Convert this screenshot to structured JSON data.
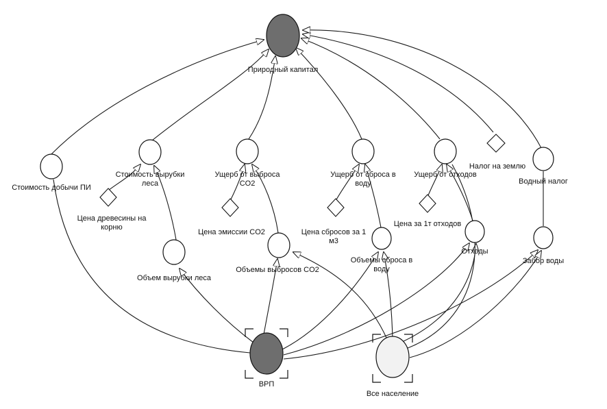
{
  "nodes": {
    "natural_capital": "Природный капитал",
    "extraction_cost": "Стоимость добычи ПИ",
    "logging_cost": "Стоимость вырубки\nлеса",
    "co2_damage": "Ущерб от выброса\nCO2",
    "water_damage": "Ущерб от сброса в\nводу",
    "waste_damage": "Ущерб от отходов",
    "land_tax": "Налог на землю",
    "water_tax": "Водный налог",
    "timber_price": "Цена древесины на\nкорню",
    "co2_price": "Цена эмиссии CO2",
    "discharge_price": "Цена сбросов за 1\nм3",
    "waste_price": "Цена за 1т отходов",
    "logging_volume": "Объем вырубки леса",
    "co2_volume": "Объемы выбросов CO2",
    "discharge_volume": "Объемы сброса в\nводу",
    "waste": "Отходы",
    "water_intake": "Забор воды",
    "grp": "ВРП",
    "population": "Все население"
  },
  "colors": {
    "stock_dark": "#6e6e6e",
    "stock_light": "#f2f2f2",
    "auxiliary": "#ffffff",
    "line": "#1a1a1a"
  }
}
